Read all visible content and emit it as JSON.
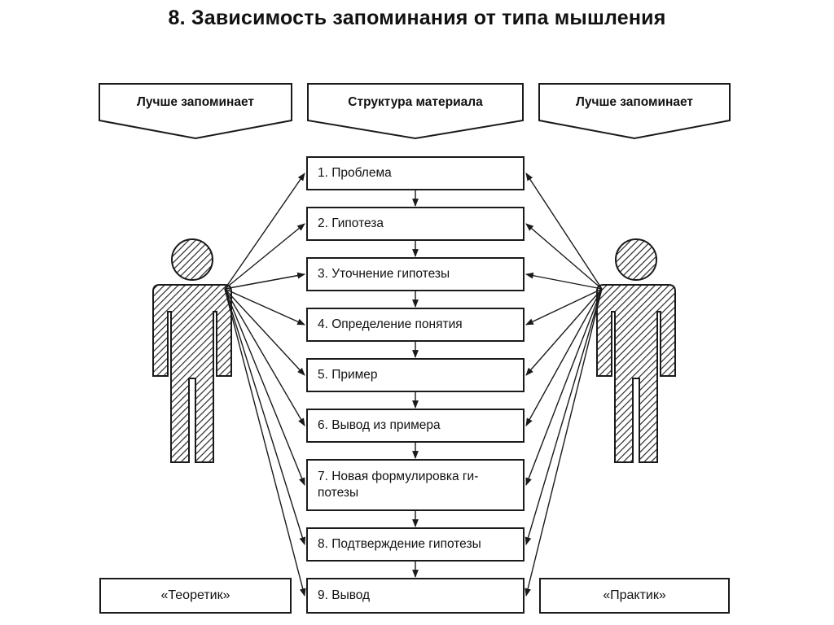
{
  "title": "8. Зависимость запоминания от типа мышления",
  "headers": {
    "left": "Лучше запоминает",
    "center": "Структура материала",
    "right": "Лучше запоминает"
  },
  "steps": [
    "1. Проблема",
    "2. Гипотеза",
    "3. Уточнение гипотезы",
    "4. Определение понятия",
    "5. Пример",
    "6. Вывод из примера",
    "7. Новая формулировка ги-\nпотезы",
    "8. Подтверждение гипотезы",
    "9. Вывод"
  ],
  "types": {
    "left": "«Теоретик»",
    "right": "«Практик»"
  },
  "colors": {
    "line": "#1a1a1a",
    "hatch": "#2a2a2a"
  },
  "icons": [
    "person-theoretic-icon",
    "person-practic-icon",
    "arrow-down-icon",
    "arrow-icon"
  ]
}
